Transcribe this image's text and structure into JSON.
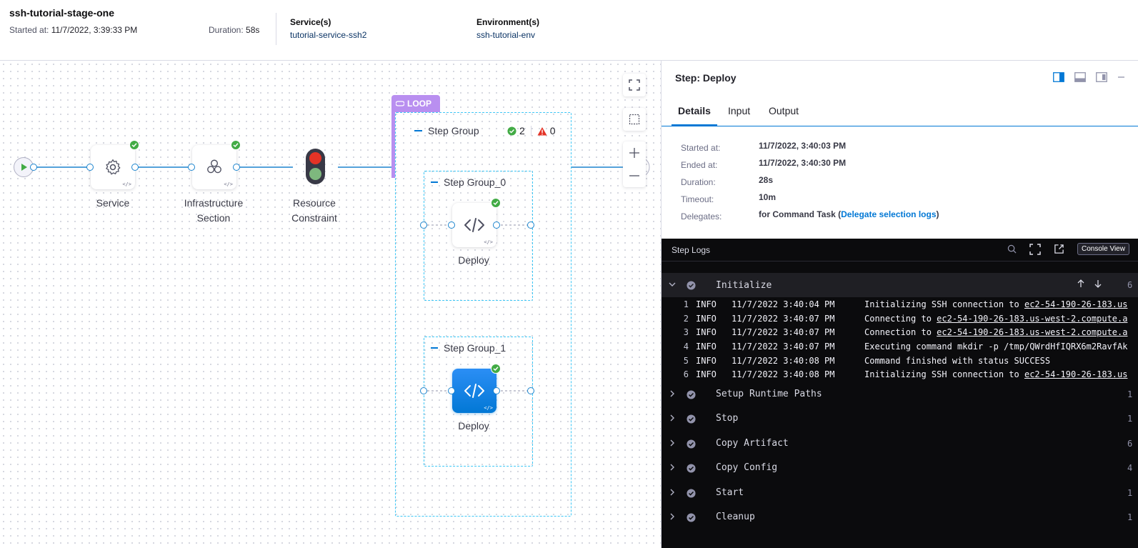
{
  "header": {
    "stage_name": "ssh-tutorial-stage-one",
    "started_label": "Started at:",
    "started_value": "11/7/2022, 3:39:33 PM",
    "duration_label": "Duration:",
    "duration_value": "58s",
    "services_label": "Service(s)",
    "services_value": "tutorial-service-ssh2",
    "environments_label": "Environment(s)",
    "environments_value": "ssh-tutorial-env"
  },
  "pipeline": {
    "nodes": {
      "service": "Service",
      "infrastructure_line1": "Infrastructure",
      "infrastructure_line2": "Section",
      "resource_line1": "Resource",
      "resource_line2": "Constraint"
    },
    "loop_label": "LOOP",
    "step_group": {
      "title": "Step Group",
      "success_count": "2",
      "warning_count": "0"
    },
    "step_group_0": {
      "title": "Step Group_0",
      "step_label": "Deploy"
    },
    "step_group_1": {
      "title": "Step Group_1",
      "step_label": "Deploy"
    }
  },
  "panel": {
    "title": "Step: Deploy",
    "tabs": [
      "Details",
      "Input",
      "Output"
    ],
    "details": {
      "started_label": "Started at:",
      "started_value": "11/7/2022, 3:40:03 PM",
      "ended_label": "Ended at:",
      "ended_value": "11/7/2022, 3:40:30 PM",
      "duration_label": "Duration:",
      "duration_value": "28s",
      "timeout_label": "Timeout:",
      "timeout_value": "10m",
      "delegates_label": "Delegates:",
      "delegates_prefix": "for Command Task (",
      "delegates_link": "Delegate selection logs",
      "delegates_suffix": ")"
    },
    "logs": {
      "title": "Step Logs",
      "console_view": "Console View",
      "open_section": {
        "name": "Initialize",
        "count": "6"
      },
      "lines": [
        {
          "n": "1",
          "level": "INFO",
          "time": "11/7/2022 3:40:04 PM",
          "text": "Initializing SSH connection to ",
          "link": "ec2-54-190-26-183.us"
        },
        {
          "n": "2",
          "level": "INFO",
          "time": "11/7/2022 3:40:07 PM",
          "text": "Connecting to ",
          "link": "ec2-54-190-26-183.us-west-2.compute.a"
        },
        {
          "n": "3",
          "level": "INFO",
          "time": "11/7/2022 3:40:07 PM",
          "text": "Connection to ",
          "link": "ec2-54-190-26-183.us-west-2.compute.a"
        },
        {
          "n": "4",
          "level": "INFO",
          "time": "11/7/2022 3:40:07 PM",
          "text": "Executing command mkdir -p /tmp/QWrdHfIQRX6m2RavfAk",
          "link": ""
        },
        {
          "n": "5",
          "level": "INFO",
          "time": "11/7/2022 3:40:08 PM",
          "text": "Command finished with status SUCCESS",
          "link": ""
        },
        {
          "n": "6",
          "level": "INFO",
          "time": "11/7/2022 3:40:08 PM",
          "text": "Initializing SSH connection to ",
          "link": "ec2-54-190-26-183.us"
        }
      ],
      "sections": [
        {
          "name": "Setup Runtime Paths",
          "count": "1"
        },
        {
          "name": "Stop",
          "count": "1"
        },
        {
          "name": "Copy Artifact",
          "count": "6"
        },
        {
          "name": "Copy Config",
          "count": "4"
        },
        {
          "name": "Start",
          "count": "1"
        },
        {
          "name": "Cleanup",
          "count": "1"
        }
      ]
    }
  },
  "colors": {
    "accent": "#0278d5",
    "success": "#42ab45",
    "warning": "#e43326",
    "loop": "#b98ff0",
    "group_border": "#3dc7f6"
  }
}
